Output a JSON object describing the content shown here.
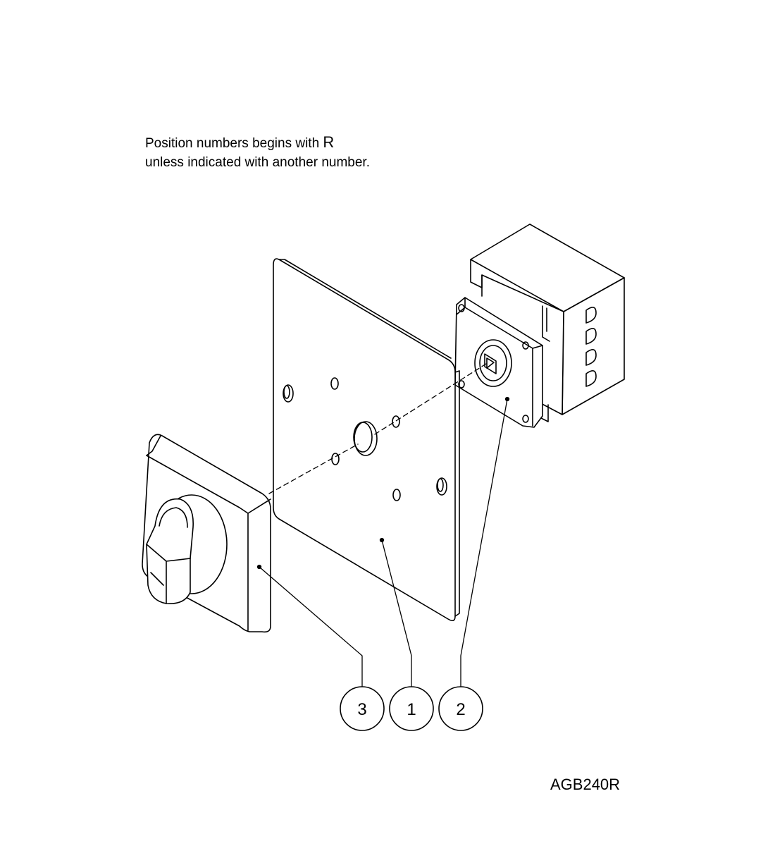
{
  "note": {
    "line1_prefix": "Position numbers begins with",
    "line1_letter": "R",
    "line2": "unless indicated with another number."
  },
  "drawing_id": "AGB240R",
  "callouts": [
    {
      "label": "3",
      "part": "handle"
    },
    {
      "label": "1",
      "part": "mounting-plate"
    },
    {
      "label": "2",
      "part": "switch-body"
    }
  ]
}
